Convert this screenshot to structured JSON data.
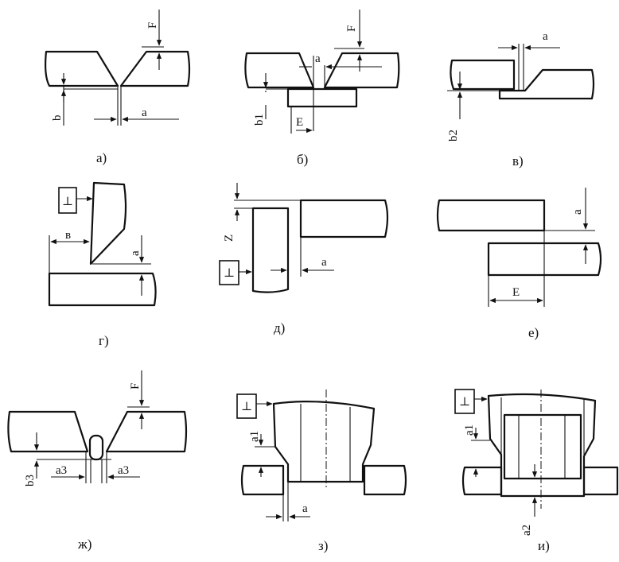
{
  "panels": {
    "a": {
      "caption": "а)",
      "labels": {
        "F": "F",
        "b": "b",
        "a": "a"
      }
    },
    "b": {
      "caption": "б)",
      "labels": {
        "F": "F",
        "a": "a",
        "b1": "b1",
        "E": "E"
      }
    },
    "v": {
      "caption": "в)",
      "labels": {
        "a": "a",
        "b2": "b2"
      }
    },
    "g": {
      "caption": "г)",
      "labels": {
        "v": "в",
        "a": "a",
        "perp": "⊥"
      }
    },
    "d": {
      "caption": "д)",
      "labels": {
        "Z": "Z",
        "a": "a",
        "perp": "⊥"
      }
    },
    "e": {
      "caption": "е)",
      "labels": {
        "a": "a",
        "E": "E"
      }
    },
    "zh": {
      "caption": "ж)",
      "labels": {
        "F": "F",
        "b3": "b3",
        "a3_left": "a3",
        "a3_right": "a3"
      }
    },
    "z": {
      "caption": "з)",
      "labels": {
        "a1": "a1",
        "a": "a",
        "perp": "⊥"
      }
    },
    "i": {
      "caption": "и)",
      "labels": {
        "a1": "a1",
        "a2": "a2",
        "perp": "⊥"
      }
    }
  }
}
